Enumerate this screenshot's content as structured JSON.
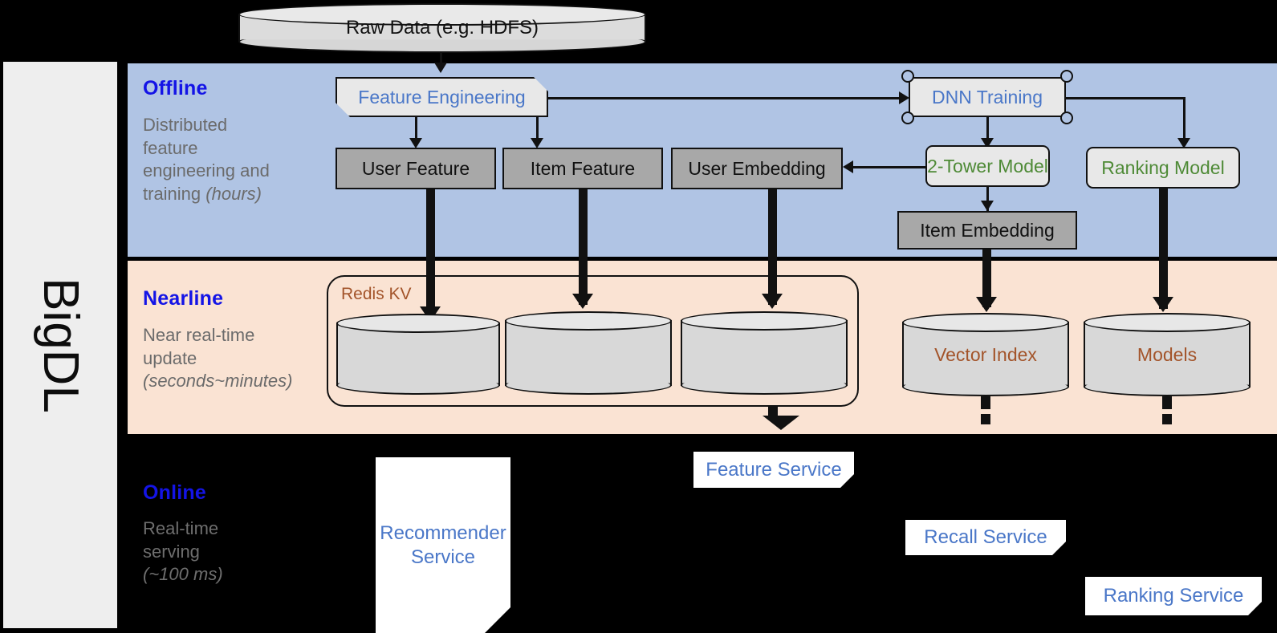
{
  "sidebar": {
    "label": "BigDL"
  },
  "top": {
    "raw_data": "Raw Data (e.g. HDFS)"
  },
  "bands": {
    "offline": {
      "title": "Offline",
      "subtitle_line1": "Distributed",
      "subtitle_line2": "feature",
      "subtitle_line3": "engineering and",
      "subtitle_line4": "training ",
      "subtitle_italic": "(hours)"
    },
    "nearline": {
      "title": "Nearline",
      "subtitle_line1": "Near real-time",
      "subtitle_line2": "update",
      "subtitle_italic": "(seconds~minutes)"
    },
    "online": {
      "title": "Online",
      "subtitle_line1": "Real-time",
      "subtitle_line2": "serving",
      "subtitle_italic": "(~100 ms)"
    }
  },
  "offline_nodes": {
    "feature_engineering": "Feature Engineering",
    "dnn_training": "DNN Training",
    "user_feature": "User Feature",
    "item_feature": "Item Feature",
    "user_embedding": "User Embedding",
    "two_tower_model": "2-Tower Model",
    "ranking_model": "Ranking Model",
    "item_embedding": "Item Embedding"
  },
  "nearline_nodes": {
    "redis_kv": "Redis KV",
    "store_1": "",
    "store_2": "",
    "store_3": "",
    "vector_index": "Vector Index",
    "models": "Models"
  },
  "online_nodes": {
    "recommender_service_line1": "Recommender",
    "recommender_service_line2": "Service",
    "feature_service": "Feature Service",
    "recall_service": "Recall Service",
    "ranking_service": "Ranking Service"
  },
  "colors": {
    "offline_band": "#b0c4e4",
    "nearline_band": "#fae3d3",
    "online_band": "#000000",
    "band_title": "#1414e6",
    "band_subtitle": "#6b6b6b",
    "blue_text": "#4a77c8",
    "green_text": "#4e8a36",
    "brown_text": "#a3542a",
    "grey_node": "#a8a8a8",
    "light_node": "#e8e8e8",
    "sidebar": "#eeeeee"
  }
}
